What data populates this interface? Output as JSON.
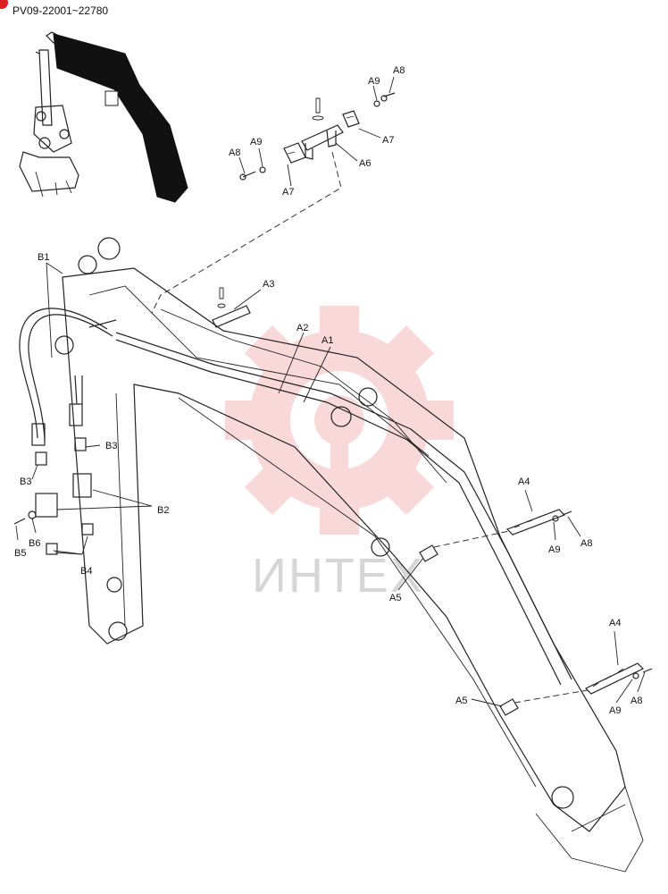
{
  "header": {
    "range": "PV09-22001~22780"
  },
  "watermark": {
    "text": "ИНТЕХ",
    "color": "#f4b9b9"
  },
  "labels": {
    "a8_1": "A8",
    "a9_1": "A9",
    "a7_1": "A7",
    "a6": "A6",
    "a8_2": "A8",
    "a9_2": "A9",
    "a7_2": "A7",
    "a3": "A3",
    "a2": "A2",
    "a1": "A1",
    "a4_1": "A4",
    "a9_3": "A9",
    "a8_3": "A8",
    "a5_1": "A5",
    "a4_2": "A4",
    "a9_4": "A9",
    "a8_4": "A8",
    "a5_2": "A5",
    "b1": "B1",
    "b3_1": "B3",
    "b3_2": "B3",
    "b2": "B2",
    "b5": "B5",
    "b6": "B6",
    "b4": "B4"
  }
}
